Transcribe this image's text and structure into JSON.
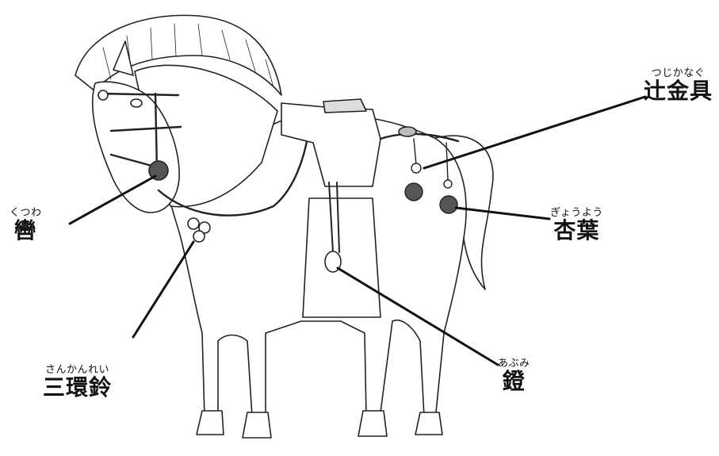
{
  "labels": {
    "tsujikanagu": {
      "ruby": "つじかなぐ",
      "text": "辻金具"
    },
    "kutsuwa": {
      "ruby": "くつわ",
      "text": "轡"
    },
    "gyouyou": {
      "ruby": "ぎょうよう",
      "text": "杏葉"
    },
    "sankanrei": {
      "ruby": "さんかんれい",
      "text": "三環鈴"
    },
    "abumi": {
      "ruby": "あぶみ",
      "text": "鐙"
    }
  },
  "colors": {
    "line": "#111111",
    "background": "#ffffff"
  }
}
